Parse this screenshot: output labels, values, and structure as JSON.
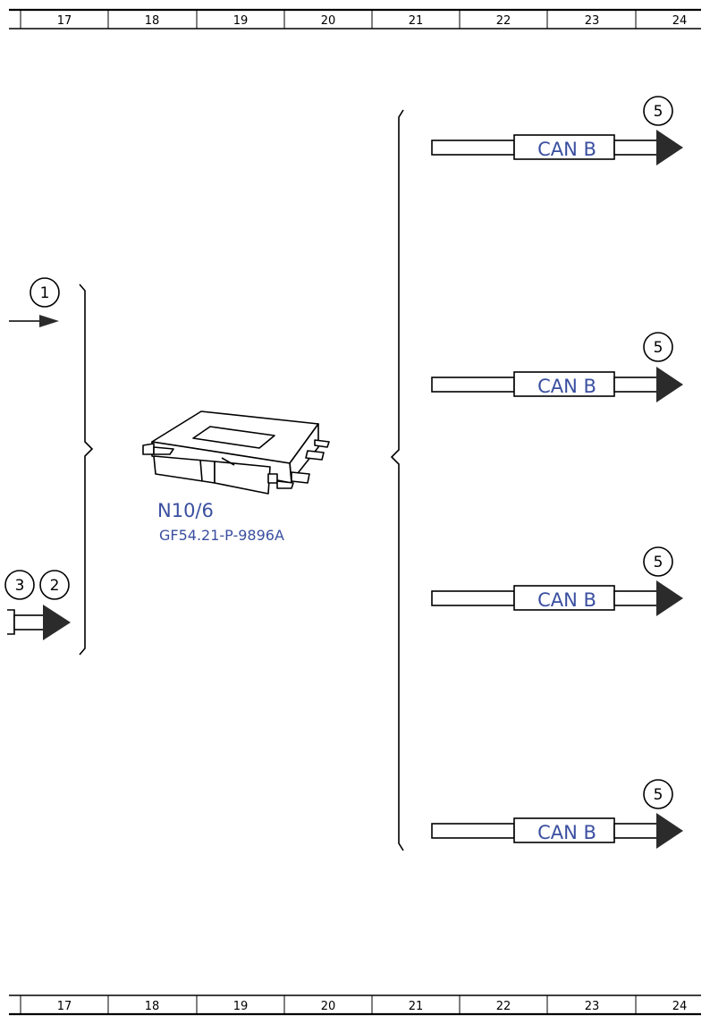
{
  "ruler": {
    "top": [
      "17",
      "18",
      "19",
      "20",
      "21",
      "22",
      "23",
      "24"
    ],
    "bottom": [
      "17",
      "18",
      "19",
      "20",
      "21",
      "22",
      "23",
      "24"
    ]
  },
  "inputs": {
    "callout_1": "1",
    "callout_3": "3",
    "callout_2": "2"
  },
  "component": {
    "id": "N10/6",
    "reference": "GF54.21-P-9896A"
  },
  "outputs": [
    {
      "callout": "5",
      "label": "CAN B"
    },
    {
      "callout": "5",
      "label": "CAN B"
    },
    {
      "callout": "5",
      "label": "CAN B"
    },
    {
      "callout": "5",
      "label": "CAN B"
    }
  ],
  "colors": {
    "label_blue": "#3a4fa0",
    "line_black": "#000000",
    "arrow_fill": "#2b2b2b"
  }
}
